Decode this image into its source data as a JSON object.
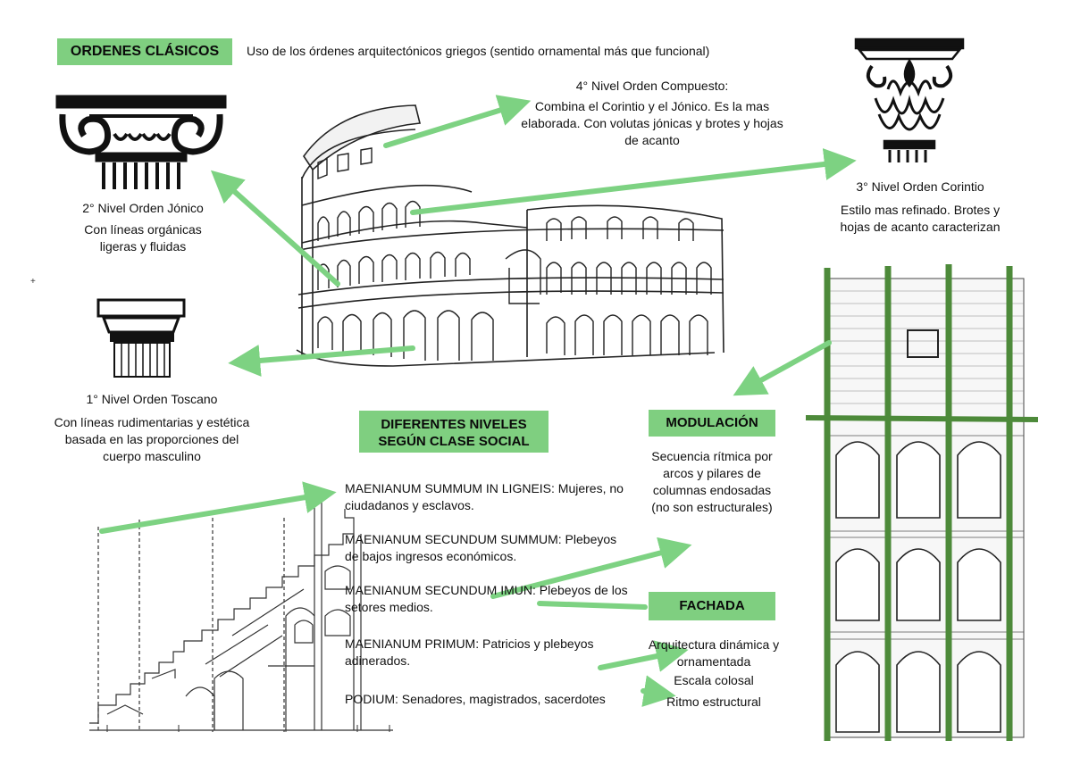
{
  "header": {
    "title_tag": "ORDENES CLÁSICOS",
    "subtitle": "Uso de los órdenes arquitectónicos griegos (sentido ornamental más que funcional)"
  },
  "orders": {
    "compuesto": {
      "title": "4° Nivel Orden Compuesto:",
      "desc": "Combina el Corintio y el Jónico. Es la mas elaborada. Con volutas jónicas y brotes y hojas de acanto"
    },
    "corintio": {
      "title": "3° Nivel Orden Corintio",
      "desc": "Estilo mas refinado. Brotes y hojas de acanto caracterizan"
    },
    "jonico": {
      "title": "2° Nivel Orden Jónico",
      "desc": "Con líneas orgánicas ligeras y fluidas"
    },
    "toscano": {
      "title": "1° Nivel Orden Toscano",
      "desc": "Con líneas rudimentarias y estética basada en las proporciones del cuerpo masculino"
    }
  },
  "social": {
    "tag": "DIFERENTES NIVELES SEGÚN CLASE SOCIAL",
    "levels": [
      "MAENIANUM SUMMUM IN LIGNEIS: Mujeres, no ciudadanos y esclavos.",
      "MAENIANUM SECUNDUM SUMMUM: Plebeyos de bajos ingresos económicos.",
      "MAENIANUM SECUNDUM IMUN: Plebeyos de los setores medios.",
      "MAENIANUM PRIMUM: Patricios y plebeyos adinerados.",
      "PODIUM: Senadores, magistrados, sacerdotes"
    ]
  },
  "modulacion": {
    "tag": "MODULACIÓN",
    "desc": "Secuencia rítmica por arcos y pilares de columnas endosadas (no son estructurales)"
  },
  "fachada": {
    "tag": "FACHADA",
    "items": [
      "Arquitectura dinámica y ornamentada",
      "Escala colosal",
      "Ritmo estructural"
    ]
  },
  "misc": {
    "plus_mark": "+"
  },
  "colors": {
    "accent": "#7fcf80",
    "arrow": "#7dd282",
    "grid": "#4d8a3a",
    "ink": "#222222"
  }
}
